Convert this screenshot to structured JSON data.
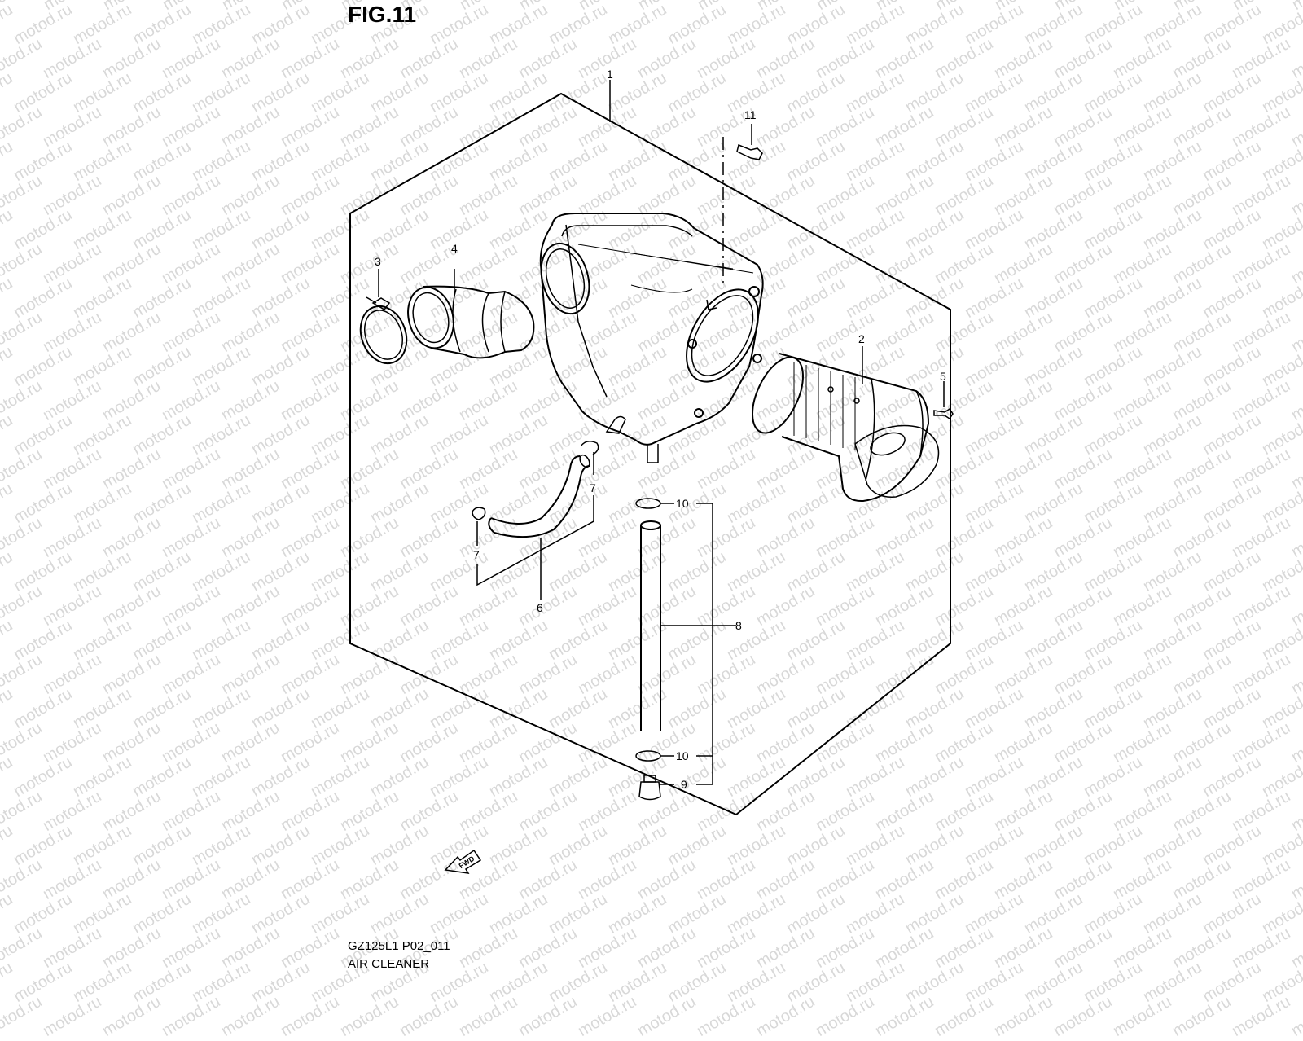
{
  "watermark": {
    "text": "motod.ru"
  },
  "figure": {
    "title": "FIG.11",
    "code": "GZ125L1 P02_011",
    "name": "AIR CLEANER"
  },
  "fwd": {
    "label": "FWD"
  },
  "callouts": {
    "c1": "1",
    "c2": "2",
    "c3": "3",
    "c4": "4",
    "c5": "5",
    "c6": "6",
    "c7a": "7",
    "c7b": "7",
    "c8": "8",
    "c9": "9",
    "c10a": "10",
    "c10b": "10",
    "c11": "11"
  },
  "colors": {
    "line": "#000000",
    "watermark": "#d8d8d8",
    "background": "#ffffff"
  }
}
